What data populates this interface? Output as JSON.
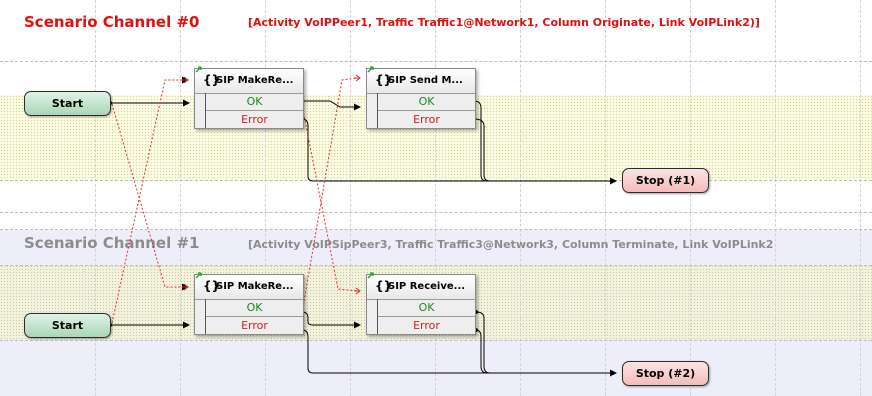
{
  "channels": [
    {
      "title": "Scenario Channel #0",
      "info": "[Activity VoIPPeer1, Traffic Traffic1@Network1, Column Originate, Link VoIPLink2)]",
      "title_color": "#e01010",
      "start_label": "Start",
      "stop_label": "Stop (#1)",
      "activities": [
        {
          "title": "SIP MakeRe...",
          "ok": "OK",
          "error": "Error"
        },
        {
          "title": "SIP Send M...",
          "ok": "OK",
          "error": "Error"
        }
      ]
    },
    {
      "title": "Scenario Channel #1",
      "info": "[Activity VoIPSipPeer3, Traffic Traffic3@Network3, Column Terminate, Link VoIPLink2",
      "title_color": "#8c8c8c",
      "start_label": "Start",
      "stop_label": "Stop (#2)",
      "activities": [
        {
          "title": "SIP MakeRe...",
          "ok": "OK",
          "error": "Error"
        },
        {
          "title": "SIP Receive...",
          "ok": "OK",
          "error": "Error"
        }
      ]
    }
  ],
  "icons": {
    "activity": "script-braces-icon",
    "trigger": "green-arrow-icon"
  },
  "colors": {
    "ok": "#1a8a1a",
    "error": "#d02020",
    "link_dashed": "#e03030",
    "start": "#bfe3cb",
    "stop": "#f6c8c8"
  }
}
